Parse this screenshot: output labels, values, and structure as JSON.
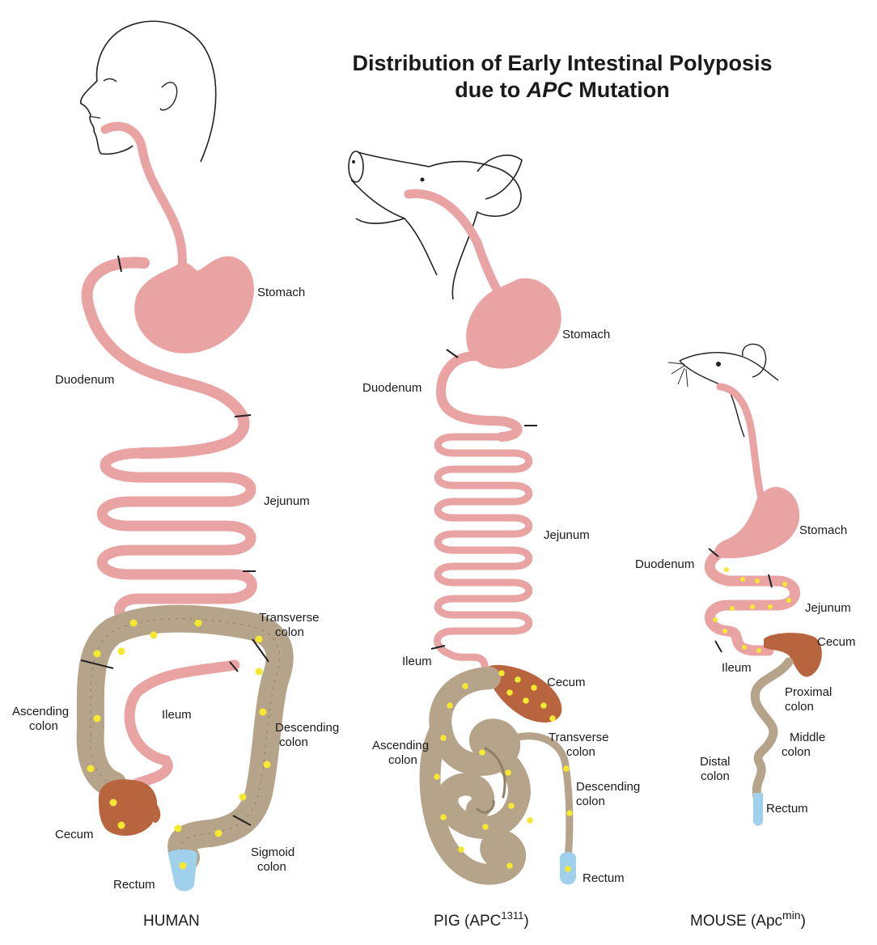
{
  "title": {
    "line1": "Distribution of Early Intestinal Polyposis",
    "line2_pre": "due to ",
    "line2_gene": "APC",
    "line2_post": " Mutation"
  },
  "colors": {
    "small_intestine": "#e9a3a3",
    "colon": "#b6a48a",
    "cecum": "#b8643f",
    "rectum": "#9fd0ec",
    "polyp": "#f5e830",
    "outline": "#2a2a2a"
  },
  "human": {
    "caption": "HUMAN",
    "labels": {
      "stomach": "Stomach",
      "duodenum": "Duodenum",
      "jejunum": "Jejunum",
      "transverse": [
        "Transverse",
        "colon"
      ],
      "ascending": [
        "Ascending",
        "colon"
      ],
      "ileum": "Ileum",
      "descending": [
        "Descending",
        "colon"
      ],
      "cecum": "Cecum",
      "sigmoid": [
        "Sigmoid",
        "colon"
      ],
      "rectum": "Rectum"
    }
  },
  "pig": {
    "caption": "PIG  (APC",
    "caption_sup": "1311",
    "caption_end": ")",
    "labels": {
      "stomach": "Stomach",
      "duodenum": "Duodenum",
      "jejunum": "Jejunum",
      "ileum": "Ileum",
      "cecum": "Cecum",
      "ascending": [
        "Ascending",
        "colon"
      ],
      "transverse": [
        "Transverse",
        "colon"
      ],
      "descending": [
        "Descending",
        "colon"
      ],
      "rectum": "Rectum"
    }
  },
  "mouse": {
    "caption": "MOUSE (Apc",
    "caption_sup": "min",
    "caption_end": ")",
    "labels": {
      "stomach": "Stomach",
      "duodenum": "Duodenum",
      "jejunum": "Jejunum",
      "cecum": "Cecum",
      "ileum": "Ileum",
      "proximal": [
        "Proximal",
        "colon"
      ],
      "middle": [
        "Middle",
        "colon"
      ],
      "distal": [
        "Distal",
        "colon"
      ],
      "rectum": "Rectum"
    }
  }
}
